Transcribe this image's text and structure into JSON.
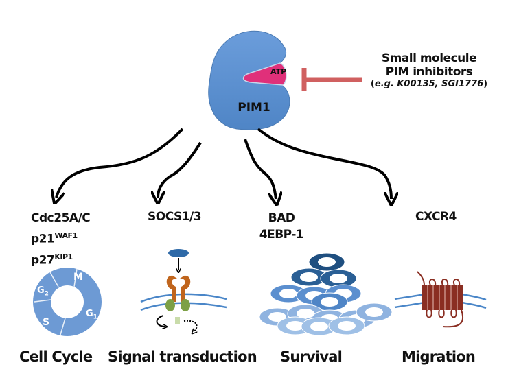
{
  "center": {
    "protein": "PIM1",
    "pocket_label": "ATP",
    "colors": {
      "protein": "#5b8fcf",
      "pocket": "#e0307a",
      "inhibitor_bar": "#d06060"
    }
  },
  "inhibitors": {
    "line1": "Small molecule",
    "line2": "PIM inhibitors",
    "example_prefix": "(",
    "example_text": "e.g. K00135, SGI1776",
    "example_suffix": ")"
  },
  "targets": [
    {
      "name": "cell-cycle",
      "lines": [
        "Cdc25A/C"
      ],
      "line2_main": "p21",
      "line2_sup": "WAF1",
      "line3_main": "p27",
      "line3_sup": "KIP1",
      "process": "Cell Cycle",
      "phases": [
        "M",
        "G2",
        "S",
        "G1"
      ]
    },
    {
      "name": "signal",
      "lines": [
        "SOCS1/3"
      ],
      "process": "Signal transduction"
    },
    {
      "name": "survival",
      "lines": [
        "BAD",
        "4EBP-1"
      ],
      "process": "Survival"
    },
    {
      "name": "migration",
      "lines": [
        "CXCR4"
      ],
      "process": "Migration"
    }
  ]
}
